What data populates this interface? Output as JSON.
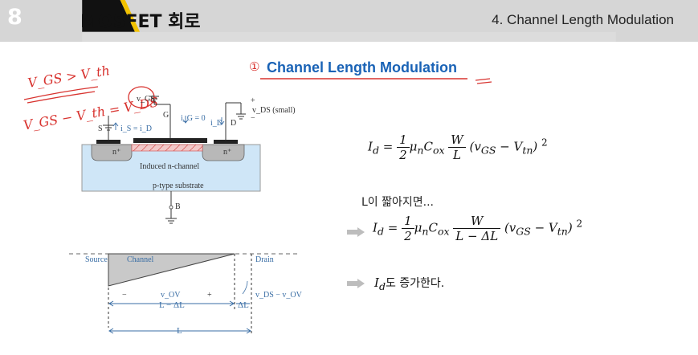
{
  "header": {
    "chapter_number": "8",
    "chapter_title": "MOSFET 회로",
    "section_title": "4. Channel Length Modulation"
  },
  "section": {
    "marker": "①",
    "title": "Channel Length Modulation"
  },
  "handwriting": {
    "line1": "V_GS > V_th",
    "line2": "V_GS − V_th = V_DS"
  },
  "diagram": {
    "label_vgs": "v_GS",
    "label_vds": "v_DS (small)",
    "label_g": "G",
    "label_s": "S",
    "label_d": "D",
    "label_b": "B",
    "label_ig": "i_G = 0",
    "label_is": "i_S = i_D",
    "label_id": "i_D",
    "label_n_left": "n⁺",
    "label_n_right": "n⁺",
    "label_induced": "Induced n-channel",
    "label_substrate": "p-type substrate",
    "plus": "+",
    "minus": "−"
  },
  "channel_plot": {
    "source": "Source",
    "channel": "Channel",
    "drain": "Drain",
    "v_ov": "v_OV",
    "minus": "−",
    "plus": "+",
    "vds_vov": "v_DS − v_OV",
    "l_minus_dl": "L − ΔL",
    "dl": "ΔL",
    "l": "L"
  },
  "equations": {
    "eq1_lhs": "I",
    "eq1_lhs_sub": "d",
    "eq1_eq": "=",
    "eq1_frac_num": "1",
    "eq1_frac_den": "2",
    "eq1_mu": "μ",
    "eq1_mu_sub": "n",
    "eq1_c": "C",
    "eq1_c_sub": "ox",
    "eq1_w": "W",
    "eq1_l": "L",
    "eq1_paren": "(v",
    "eq1_vgs_sub": "GS",
    "eq1_minus": " − V",
    "eq1_vtn_sub": "tn",
    "eq1_close": ")",
    "eq1_sq": "2",
    "text_l_short": "L이 짧아지면...",
    "eq2_lhs": "I",
    "eq2_lhs_sub": "d",
    "eq2_eq": "=",
    "eq2_frac_num": "1",
    "eq2_frac_den": "2",
    "eq2_mu": "μ",
    "eq2_mu_sub": "n",
    "eq2_c": "C",
    "eq2_c_sub": "ox",
    "eq2_w": "W",
    "eq2_den": "L − ΔL",
    "eq2_paren": "(v",
    "eq2_vgs_sub": "GS",
    "eq2_minus": " − V",
    "eq2_vtn_sub": "tn",
    "eq2_close": ")",
    "eq2_sq": "2",
    "eq3_lhs": "I",
    "eq3_lhs_sub": "d",
    "eq3_text": "도 증가한다."
  },
  "colors": {
    "accent_blue": "#1a63b6",
    "annotation_red": "#d8332f",
    "header_gray": "#d6d6d6",
    "arrow_gray": "#bdbdbd"
  }
}
